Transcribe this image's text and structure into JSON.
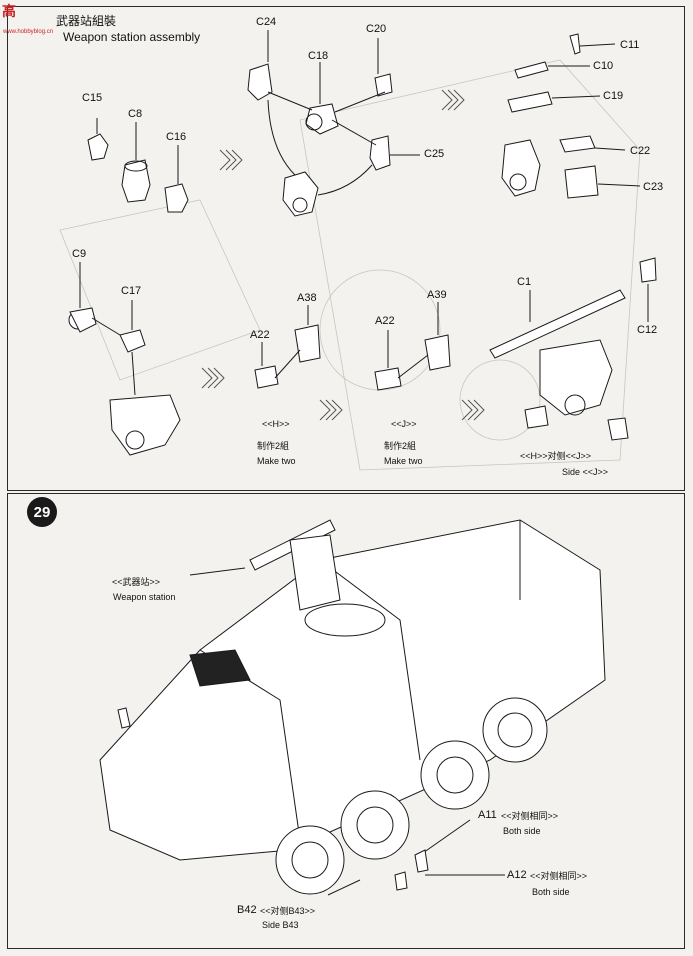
{
  "step": {
    "number": "29",
    "title_cn": "武器站組裝",
    "title_en": "Weapon station assembly"
  },
  "logo": {
    "text": "高",
    "sub": "www.hobbyblog.cn"
  },
  "top_labels": {
    "c15": "C15",
    "c8": "C8",
    "c16": "C16",
    "c24": "C24",
    "c18": "C18",
    "c20": "C20",
    "c25": "C25",
    "c11": "C11",
    "c10": "C10",
    "c19": "C19",
    "c22": "C22",
    "c23": "C23",
    "c9": "C9",
    "c17": "C17",
    "a38": "A38",
    "a22_h": "A22",
    "a39": "A39",
    "a22_j": "A22",
    "c1": "C1",
    "c12": "C12"
  },
  "subassemblies": {
    "h_label": "<<H>>",
    "h_make_cn": "制作2組",
    "h_make_en": "Make two",
    "j_label": "<<J>>",
    "j_make_cn": "制作2組",
    "j_make_en": "Make two",
    "side_cn": "<<H>>对侧<<J>>",
    "side_en": "Side <<J>>"
  },
  "bottom_labels": {
    "weapon_station_cn": "<<武器站>>",
    "weapon_station_en": "Weapon station",
    "a11": "A11",
    "a11_cn": "<<对侧相同>>",
    "a11_en": "Both side",
    "a12": "A12",
    "a12_cn": "<<对侧相同>>",
    "a12_en": "Both side",
    "b42": "B42",
    "b42_cn": "<<对侧B43>>",
    "b42_en": "Side B43"
  },
  "colors": {
    "ink": "#1a1a1a",
    "paper": "#f4f2ee",
    "logo_red": "#c7242a"
  }
}
